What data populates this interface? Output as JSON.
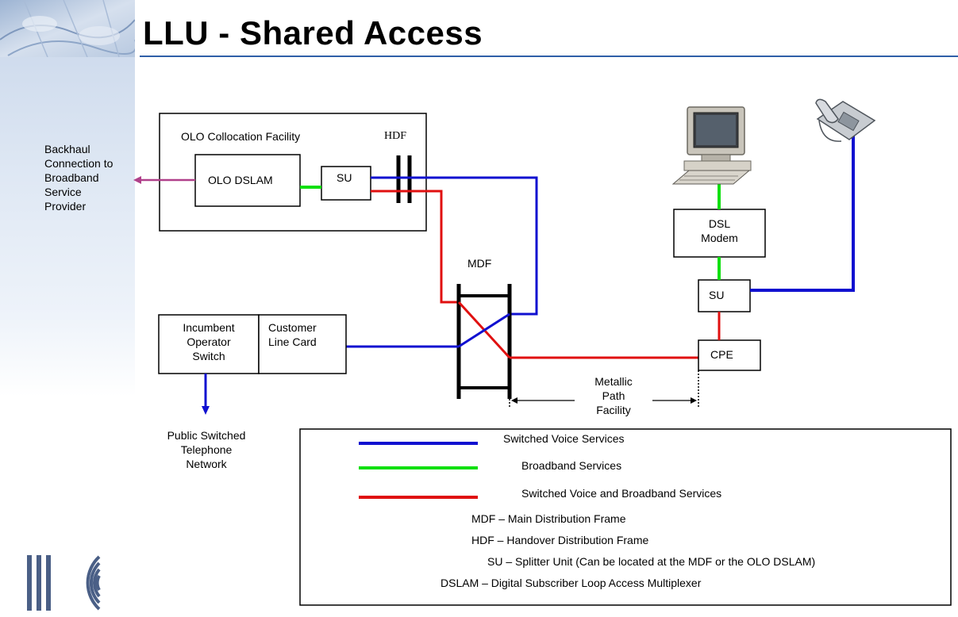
{
  "slide": {
    "title": "LLU - Shared Access"
  },
  "diagram": {
    "colocation_label": "OLO Collocation Facility",
    "hdf_label": "HDF",
    "olo_dslam_label": "OLO DSLAM",
    "su_olo_label": "SU",
    "backhaul_line1": "Backhaul",
    "backhaul_line2": "Connection to",
    "backhaul_line3": "Broadband",
    "backhaul_line4": "Service",
    "backhaul_line5": "Provider",
    "mdf_label": "MDF",
    "incumbent_line1": "Incumbent",
    "incumbent_line2": "Operator",
    "incumbent_line3": "Switch",
    "customer_card_line1": "Customer",
    "customer_card_line2": "Line Card",
    "pstn_line1": "Public Switched",
    "pstn_line2": "Telephone",
    "pstn_line3": "Network",
    "dsl_modem_line1": "DSL",
    "dsl_modem_line2": "Modem",
    "su_customer_label": "SU",
    "cpe_label": "CPE",
    "metallic_line1": "Metallic",
    "metallic_line2": "Path",
    "metallic_line3": "Facility"
  },
  "legend": {
    "items": [
      {
        "label": "Switched Voice Services",
        "color": "#1010d0"
      },
      {
        "label": "Broadband Services",
        "color": "#10e010"
      },
      {
        "label": "Switched Voice and Broadband Services",
        "color": "#e01010"
      }
    ],
    "definitions": [
      "MDF – Main Distribution Frame",
      "HDF – Handover Distribution Frame",
      "SU – Splitter Unit (Can be located at the MDF or the OLO DSLAM)",
      "DSLAM – Digital Subscriber Loop Access Multiplexer"
    ]
  },
  "colors": {
    "voice": "#1010d0",
    "broadband": "#10e010",
    "combined": "#e01010",
    "backhaul": "#b0408a",
    "pstn": "#1010d0",
    "title_rule": "#2f5fa8"
  },
  "icons": [
    "computer-icon",
    "telephone-icon",
    "company-logo"
  ]
}
